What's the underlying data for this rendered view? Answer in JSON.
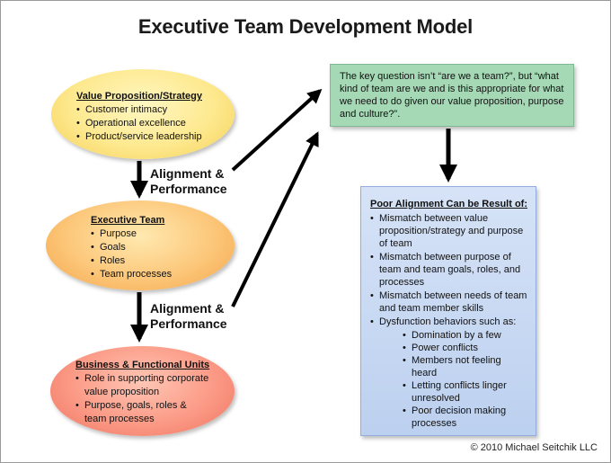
{
  "title": "Executive Team Development Model",
  "value_proposition": {
    "heading": "Value Proposition/Strategy",
    "items": [
      "Customer intimacy",
      "Operational excellence",
      "Product/service leadership"
    ]
  },
  "executive_team": {
    "heading": "Executive Team",
    "items": [
      "Purpose",
      "Goals",
      "Roles",
      "Team processes"
    ]
  },
  "business_units": {
    "heading": "Business & Functional Units",
    "items": [
      "Role in supporting corporate value proposition",
      "Purpose, goals, roles & team processes"
    ]
  },
  "alignment_labels": [
    {
      "line1": "Alignment &",
      "line2": "Performance"
    },
    {
      "line1": "Alignment &",
      "line2": "Performance"
    }
  ],
  "key_question": "The key question isn’t “are we a team?”, but “what kind of team are we and is this appropriate for what we need to do given our value proposition, purpose and culture?”.",
  "poor_alignment": {
    "heading": "Poor Alignment Can be Result of:",
    "items": [
      "Mismatch between value proposition/strategy and purpose of team",
      "Mismatch between purpose of team and team goals, roles, and processes",
      "Mismatch between needs of team and team member skills",
      "Dysfunction behaviors such as:"
    ],
    "sub_items": [
      "Domination by a few",
      "Power conflicts",
      "Members not feeling heard",
      "Letting conflicts linger unresolved",
      "Poor decision making processes"
    ]
  },
  "copyright": "© 2010 Michael Seitchik LLC",
  "colors": {
    "ellipse_top": "#fde98f",
    "ellipse_middle": "#fcc77a",
    "ellipse_bottom": "#fb9a86",
    "question_box": "#a5d9b5",
    "poor_box": "#c8d8f2"
  }
}
